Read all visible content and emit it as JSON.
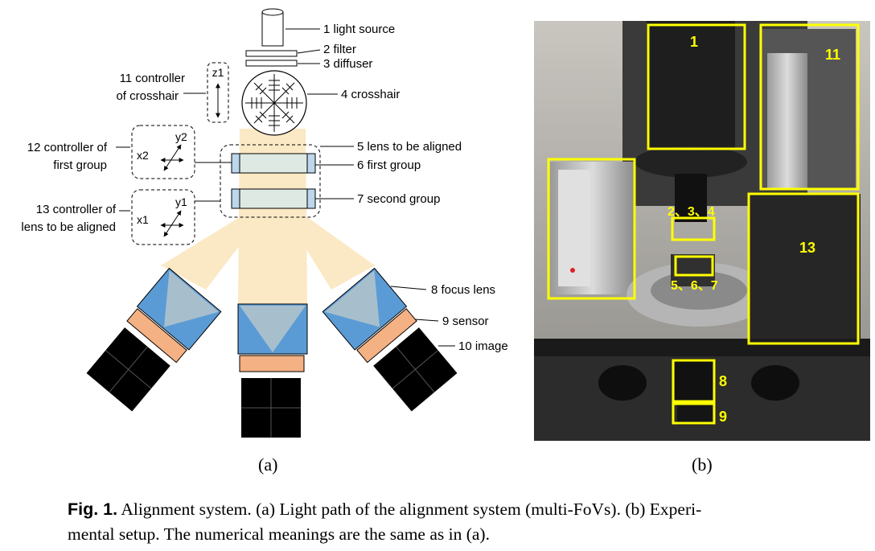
{
  "figure_a": {
    "labels": {
      "light_source": "1 light source",
      "filter": "2 filter",
      "diffuser": "3 diffuser",
      "crosshair": "4 crosshair",
      "lens_aligned": "5 lens to be aligned",
      "first_group": "6 first group",
      "second_group": "7 second group",
      "focus_lens": "8 focus lens",
      "sensor": "9 sensor",
      "image": "10 image",
      "ctrl_crosshair_l1": "11 controller",
      "ctrl_crosshair_l2": "of crosshair",
      "ctrl_first_l1": "12 controller of",
      "ctrl_first_l2": "first group",
      "ctrl_lens_l1": "13 controller of",
      "ctrl_lens_l2": "lens to be aligned"
    },
    "axes": {
      "z1": "z1",
      "x2": "x2",
      "y2": "y2",
      "x1": "x1",
      "y1": "y1"
    },
    "sublabel": "(a)"
  },
  "figure_b": {
    "box_labels": {
      "b1": "1",
      "b11": "11",
      "b234": "2、3、4",
      "b567": "5、6、7",
      "b13": "13",
      "b8": "8",
      "b9": "9"
    },
    "sublabel": "(b)",
    "box_color": "#ffff00"
  },
  "caption": {
    "fig_label": "Fig. 1.",
    "line1": "Alignment system. (a) Light path of the alignment system (multi-FoVs). (b) Experi-",
    "line2": "mental setup. The numerical meanings are the same as in (a)."
  },
  "colors": {
    "light_beam": "#fbe6bf",
    "lens_fill": "#dde9e2",
    "lens_edge": "#bcd6ec",
    "prism_blue": "#5b9bd5",
    "prism_light": "#a7bfcd",
    "sensor_orange": "#f4b183",
    "image_black": "#000000"
  }
}
